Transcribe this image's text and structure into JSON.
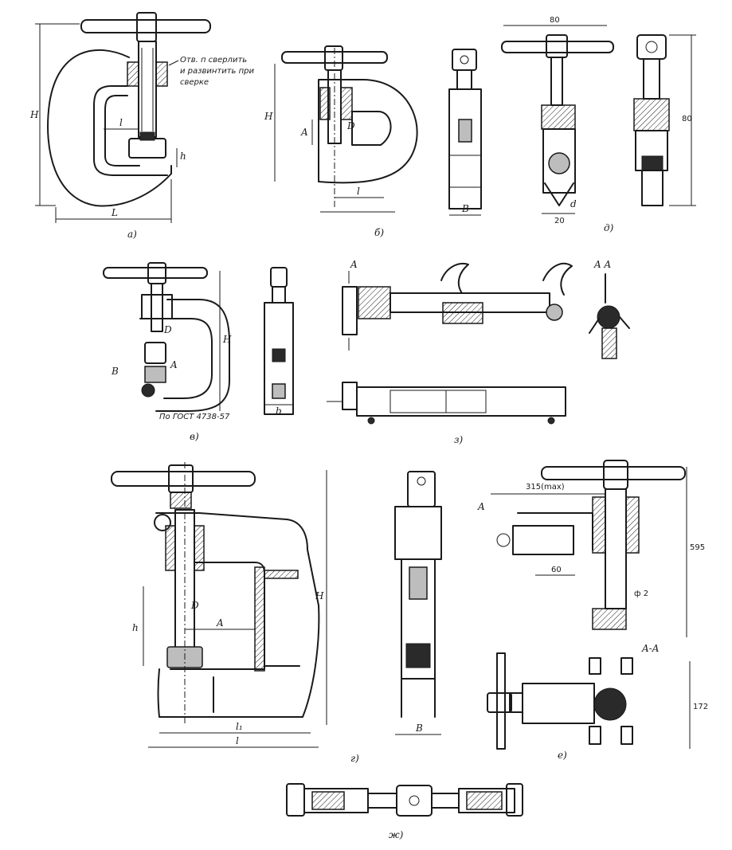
{
  "figures": {
    "a": {
      "caption": "а)",
      "dims": {
        "H": "H",
        "h": "h",
        "L": "L",
        "l": "l"
      },
      "note": [
        "Отв. п сверлить",
        "и развинтить при",
        "сверке"
      ]
    },
    "b": {
      "caption": "б)",
      "dims": {
        "H": "H",
        "A": "A",
        "D": "D",
        "l": "l",
        "B": "B"
      }
    },
    "d": {
      "caption": "д)",
      "dims": {
        "top": "80",
        "height": "80",
        "d": "d",
        "bottom": "20"
      }
    },
    "v": {
      "caption": "в)",
      "dims": {
        "H": "H",
        "B": "B",
        "D": "D",
        "A": "A",
        "b": "b"
      },
      "standard": "По ГОСТ 4738-57"
    },
    "z": {
      "caption": "з)",
      "section_label": "A",
      "section_view": "A A"
    },
    "g": {
      "caption": "г)",
      "dims": {
        "H": "H",
        "h": "h",
        "D": "D",
        "A": "A",
        "l1": "l₁",
        "l": "l",
        "B": "B"
      }
    },
    "e": {
      "caption": "е)",
      "dims": {
        "reach": "315(max)",
        "offset": "60",
        "height": "595",
        "lower": "172",
        "dia": "ф 2"
      },
      "section_label": "A",
      "section_view": "A-A"
    },
    "zh": {
      "caption": "ж)"
    }
  }
}
